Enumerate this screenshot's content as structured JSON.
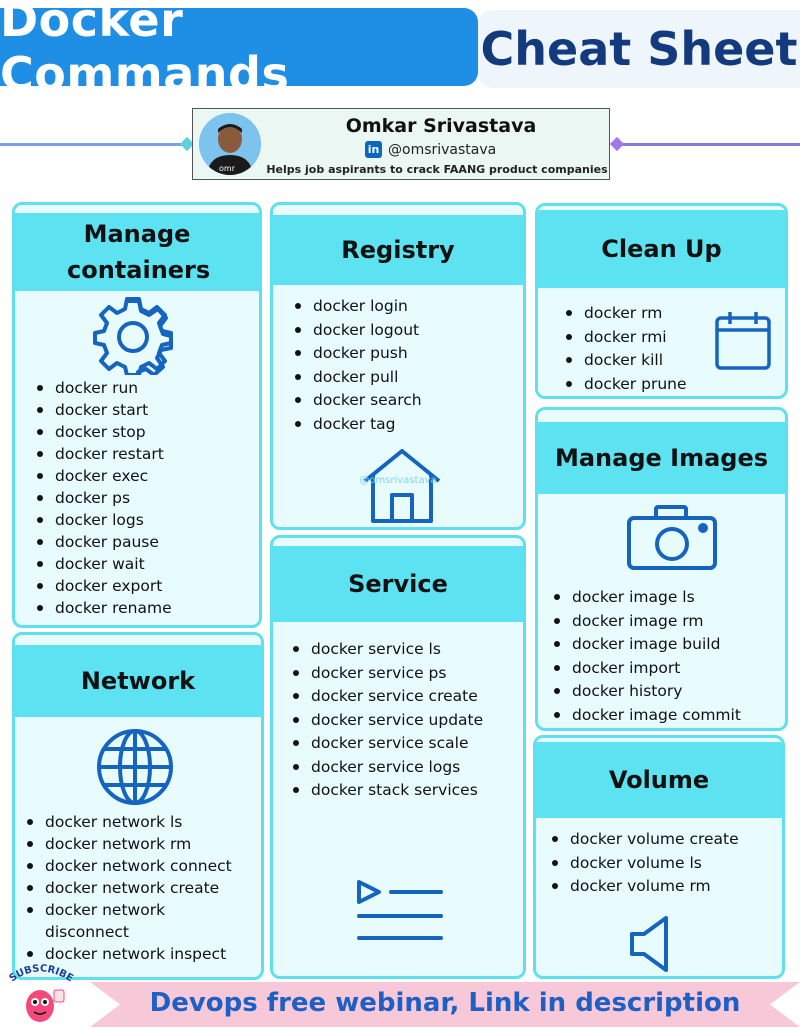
{
  "header": {
    "title_main": "Docker Commands",
    "title_sub": "Cheat Sheet"
  },
  "author": {
    "name": "Omkar Srivastava",
    "handle": "@omsrivastava",
    "tagline": "Helps job aspirants to crack FAANG product companies",
    "linkedin_glyph": "in"
  },
  "cards": {
    "manage_containers": {
      "title": "Manage containers",
      "icon": "gear-icon",
      "items": [
        "docker run",
        "docker start",
        "docker stop",
        "docker restart",
        "docker exec",
        "docker ps",
        "docker logs",
        "docker pause",
        "docker wait",
        "docker export",
        "docker rename"
      ]
    },
    "registry": {
      "title": "Registry",
      "icon": "house-icon",
      "watermark": "@omsrivastava",
      "items": [
        "docker login",
        "docker logout",
        "docker push",
        "docker pull",
        "docker search",
        "docker tag"
      ]
    },
    "clean_up": {
      "title": "Clean Up",
      "icon": "calendar-icon",
      "items": [
        "docker rm",
        "docker rmi",
        "docker kill",
        "docker prune"
      ]
    },
    "manage_images": {
      "title": "Manage Images",
      "icon": "camera-icon",
      "items": [
        "docker image ls",
        "docker image rm",
        "docker image build",
        "docker import",
        "docker history",
        "docker image commit"
      ]
    },
    "network": {
      "title": "Network",
      "icon": "globe-icon",
      "items": [
        "docker network ls",
        "docker network rm",
        "docker network connect",
        "docker network create",
        "docker network disconnect",
        "docker network inspect"
      ]
    },
    "service": {
      "title": "Service",
      "icon": "playlist-icon",
      "items": [
        "docker service ls",
        "docker service ps",
        "docker service create",
        "docker service update",
        "docker service scale",
        "docker service logs",
        "docker stack services"
      ]
    },
    "volume": {
      "title": "Volume",
      "icon": "speaker-icon",
      "items": [
        "docker volume create",
        "docker volume ls",
        "docker volume rm"
      ]
    }
  },
  "footer": {
    "banner_text": "Devops free webinar, Link in description",
    "subscribe_label": "SUBSCRIBE"
  },
  "colors": {
    "title_blue": "#1f8fe6",
    "title_navy": "#123a7c",
    "card_border": "#5fe0ee",
    "card_head": "#5ce2f0",
    "card_bg": "#e8fbfd",
    "icon_blue": "#1565c0",
    "footer_text": "#1d5fc4",
    "footer_bg": "#f7c9d8"
  }
}
